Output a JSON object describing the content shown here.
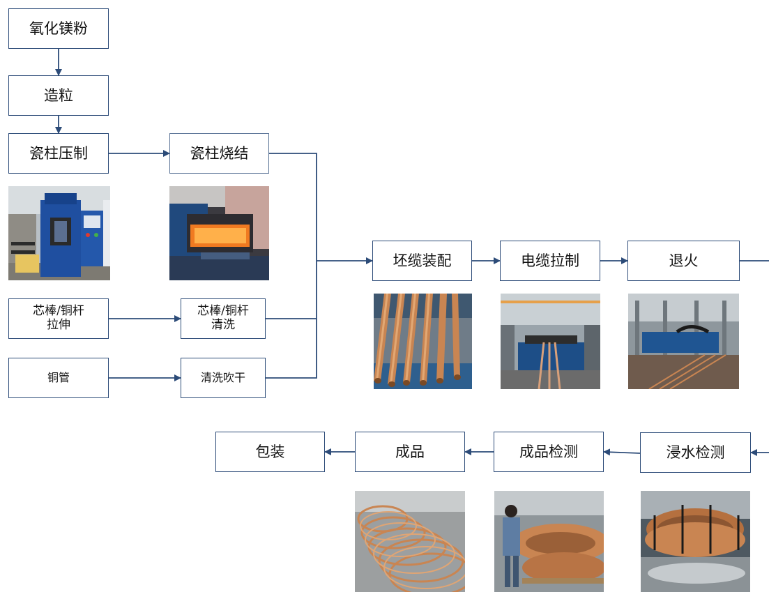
{
  "diagram": {
    "steps": {
      "mgo": "氧化镁粉",
      "granulate": "造粒",
      "press": "瓷柱压制",
      "sinter": "瓷柱烧结",
      "rod_draw": "芯棒/铜杆\n拉伸",
      "rod_clean": "芯棒/铜杆\n清洗",
      "tube": "铜管",
      "clean_dry": "清洗吹干",
      "assembly": "坯缆装配",
      "cable_draw": "电缆拉制",
      "anneal": "退火",
      "immersion_test": "浸水检测",
      "product_test": "成品检测",
      "product": "成品",
      "packing": "包装"
    },
    "photos": {
      "press": "press-machine-photo",
      "sinter": "sintering-furnace-photo",
      "assembly": "copper-tubes-photo",
      "cable_draw": "drawing-line-photo",
      "anneal": "annealing-line-photo",
      "immersion_test": "water-immersion-photo",
      "product_test": "inspection-photo",
      "product": "cable-coils-photo"
    },
    "colors": {
      "line": "#2c4b78",
      "copper": "#c98552"
    }
  }
}
